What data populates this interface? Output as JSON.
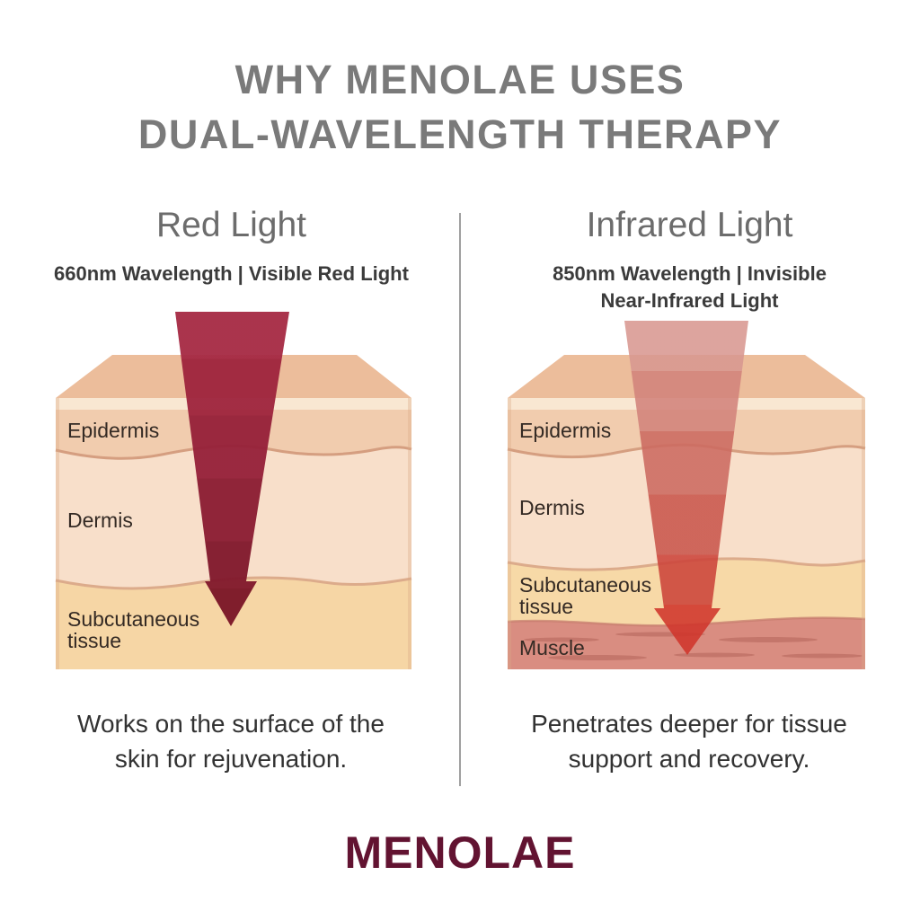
{
  "title": {
    "line1": "WHY MENOLAE USES",
    "line2": "DUAL-WAVELENGTH THERAPY"
  },
  "red_column": {
    "heading": "Red Light",
    "subtitle": "660nm Wavelength | Visible Red Light",
    "wavelength": "660nm",
    "layers": {
      "epidermis": "Epidermis",
      "dermis": "Dermis",
      "subcutaneous_line1": "Subcutaneous",
      "subcutaneous_line2": "tissue"
    },
    "description": {
      "line1": "Works on the surface of the",
      "line2": "skin for rejuvenation."
    }
  },
  "infrared_column": {
    "heading": "Infrared Light",
    "subtitle": {
      "line1": "850nm Wavelength | Invisible",
      "line2": "Near-Infrared Light"
    },
    "wavelength": "850nm",
    "layers": {
      "epidermis": "Epidermis",
      "dermis": "Dermis",
      "subcutaneous_line1": "Subcutaneous",
      "subcutaneous_line2": "tissue",
      "muscle": "Muscle"
    },
    "description": {
      "line1": "Penetrates deeper for tissue",
      "line2": "support and recovery."
    }
  },
  "brand": "MENOLAE",
  "colors": {
    "brand_maroon": "#621331",
    "title_gray": "#7a7a7a",
    "heading_gray": "#6c6c6c",
    "text_dark": "#323232",
    "label_dark": "#342a24",
    "divider_gray": "#a0a0a0",
    "red_arrow_top": "#a52943",
    "red_arrow_tip": "#7a1426",
    "infrared_arrow_top": "#d89790",
    "infrared_arrow_tip": "#d0352b",
    "skin_top_face": "#ecbd9b",
    "skin_highlight_strip": "#f9e7d2",
    "epidermis_fill": "#f1ccae",
    "dermis_fill": "#f8dfca",
    "subcutaneous_fill": "#f6d6a5",
    "muscle_fill": "#d98d81",
    "muscle_streak": "#b06156",
    "layer_border": "#d59e80"
  }
}
